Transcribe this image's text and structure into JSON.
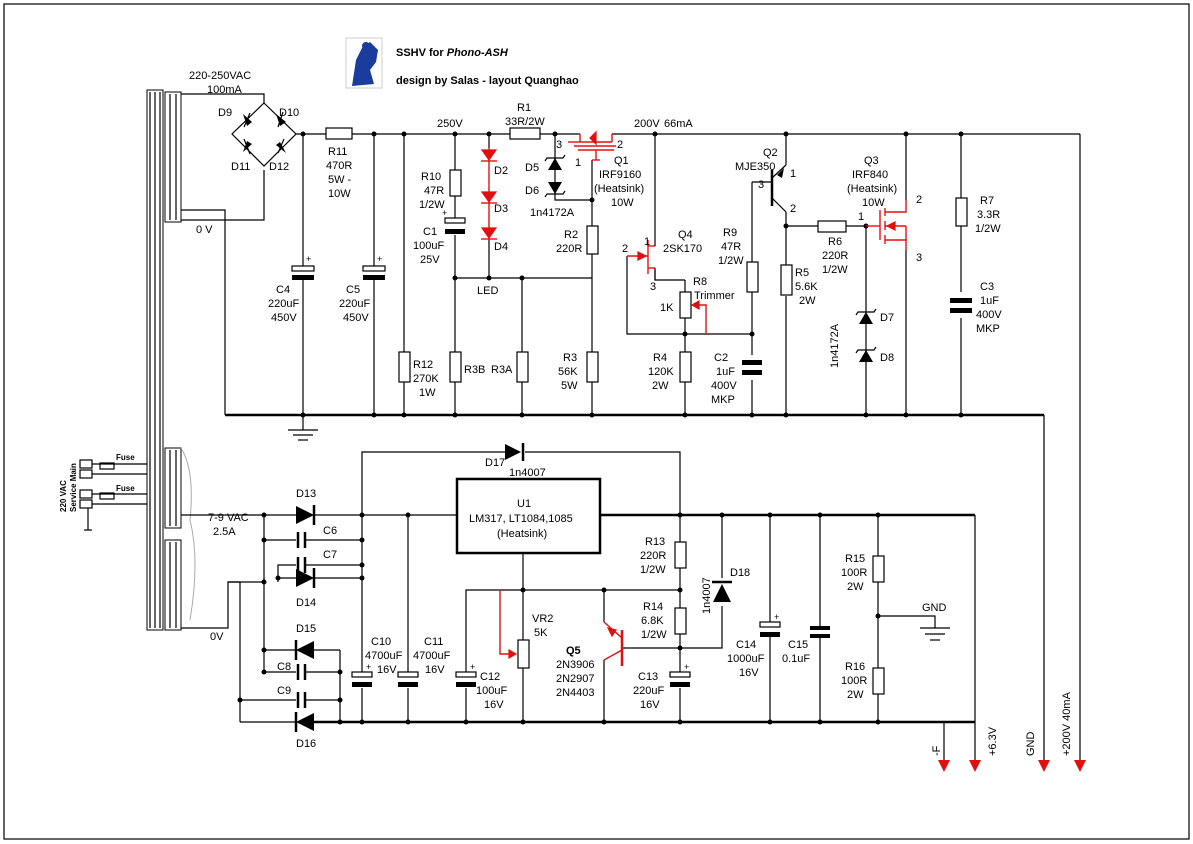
{
  "title": {
    "line1_prefix": "SSHV for ",
    "line1_italic": "Phono-ASH",
    "line2": "design by Salas - layout Quanghao"
  },
  "labels": {
    "transformer_hv": "220-250VAC",
    "transformer_hv_current": "100mA",
    "zero_v_top": "0 V",
    "zero_v_bottom": "0V",
    "lv_voltage": "7-9 VAC",
    "lv_current": "2.5A",
    "fuse1": "Fuse",
    "fuse2": "Fuse",
    "mains_1": "220 VAC",
    "mains_2": "Service Main",
    "node_250v": "250V",
    "node_200v": "200V",
    "node_66ma": "66mA",
    "led": "LED",
    "q4_trimmer_1k": "1K"
  },
  "parts": {
    "D9": "D9",
    "D10": "D10",
    "D11": "D11",
    "D12": "D12",
    "R11": [
      "R11",
      "470R",
      "5W -",
      "10W"
    ],
    "C4": [
      "C4",
      "220uF",
      "450V"
    ],
    "C5": [
      "C5",
      "220uF",
      "450V"
    ],
    "R12": [
      "R12",
      "270K",
      "1W"
    ],
    "R10": [
      "R10",
      "47R",
      "1/2W"
    ],
    "C1": [
      "C1",
      "100uF",
      "25V"
    ],
    "D2": "D2",
    "D3": "D3",
    "D4": "D4",
    "R3B": "R3B",
    "R3A": "R3A",
    "R1": [
      "R1",
      "33R/2W"
    ],
    "D5": "D5",
    "D6": "D6",
    "D5D6": "1n4172A",
    "R2": [
      "R2",
      "220R"
    ],
    "R3": [
      "R3",
      "56K",
      "5W"
    ],
    "Q1": [
      "Q1",
      "IRF9160",
      "(Heatsink)",
      "10W"
    ],
    "Q4": [
      "Q4",
      "2SK170"
    ],
    "R8": [
      "R8",
      "Trimmer"
    ],
    "R4": [
      "R4",
      "120K",
      "2W"
    ],
    "R9": [
      "R9",
      "47R",
      "1/2W"
    ],
    "C2": [
      "C2",
      "1uF",
      "400V",
      "MKP"
    ],
    "Q2": [
      "Q2",
      "MJE350"
    ],
    "R5": [
      "R5",
      "5.6K",
      "2W"
    ],
    "R6": [
      "R6",
      "220R",
      "1/2W"
    ],
    "Q3": [
      "Q3",
      "IRF840",
      "(Heatsink)",
      "10W"
    ],
    "D7": "D7",
    "D8": "D8",
    "D7D8": "1n4172A",
    "R7": [
      "R7",
      "3.3R",
      "1/2W"
    ],
    "C3": [
      "C3",
      "1uF",
      "400V",
      "MKP"
    ],
    "D13": "D13",
    "D14": "D14",
    "D15": "D15",
    "D16": "D16",
    "C6": "C6",
    "C7": "C7",
    "C8": "C8",
    "C9": "C9",
    "D17": [
      "D17",
      "1n4007"
    ],
    "U1": [
      "U1",
      "LM317, LT1084,1085",
      "(Heatsink)"
    ],
    "C10": [
      "C10",
      "4700uF",
      "16V"
    ],
    "C11": [
      "C11",
      "4700uF",
      "16V"
    ],
    "C12": [
      "C12",
      "100uF",
      "16V"
    ],
    "VR2": [
      "VR2",
      "5K"
    ],
    "Q5": [
      "Q5",
      "2N3906",
      "2N2907",
      "2N4403"
    ],
    "R13": [
      "R13",
      "220R",
      "1/2W"
    ],
    "R14": [
      "R14",
      "6.8K",
      "1/2W"
    ],
    "C13": [
      "C13",
      "220uF",
      "16V"
    ],
    "D18": [
      "D18",
      "1n4007"
    ],
    "C14": [
      "C14",
      "1000uF",
      "16V"
    ],
    "C15": [
      "C15",
      "0.1uF"
    ],
    "R15": [
      "R15",
      "100R",
      "2W"
    ],
    "R16": [
      "R16",
      "100R",
      "2W"
    ],
    "gnd_label": "GND"
  },
  "pins": {
    "q1_3": "3",
    "q1_2": "2",
    "q1_1": "1",
    "q4_1": "1",
    "q4_2": "2",
    "q4_3": "3",
    "q2_3": "3",
    "q2_1": "1",
    "q2_2": "2",
    "q3_1": "1",
    "q3_2": "2",
    "q3_3": "3"
  },
  "outputs": [
    "-F",
    "+6.3V",
    "GND",
    "+200V 40mA"
  ],
  "colors": {
    "ink": "#000000",
    "accent": "#e01010",
    "logo": "#1a3c9c"
  }
}
